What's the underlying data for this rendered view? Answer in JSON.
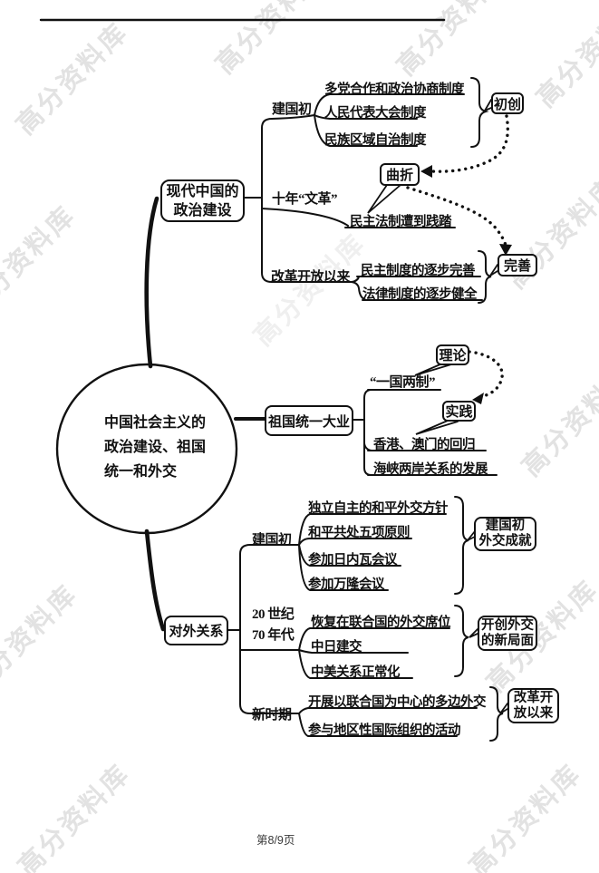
{
  "page": {
    "footer": "第8/9页",
    "watermark_text": "高分资料库"
  },
  "diagram": {
    "center_lines": [
      "中国社会主义的",
      "政治建设、祖国",
      "统一和外交"
    ],
    "b1": {
      "title_lines": [
        "现代中国的",
        "政治建设"
      ],
      "s1": {
        "label": "建国初",
        "items": [
          "多党合作和政治协商制度",
          "人民代表大会制度",
          "民族区域自治制度"
        ],
        "badge": "初创"
      },
      "s2": {
        "label": "十年“文革”",
        "item": "民主法制遭到践踏",
        "badge": "曲折"
      },
      "s3": {
        "label": "改革开放以来",
        "items": [
          "民主制度的逐步完善",
          "法律制度的逐步健全"
        ],
        "badge": "完善"
      }
    },
    "b2": {
      "title": "祖国统一大业",
      "theory_badge": "理论",
      "practice_badge": "实践",
      "concept": "“一国两制”",
      "items": [
        "香港、澳门的回归",
        "海峡两岸关系的发展"
      ]
    },
    "b3": {
      "title": "对外关系",
      "s1": {
        "label": "建国初",
        "items": [
          "独立自主的和平外交方针",
          "和平共处五项原则",
          "参加日内瓦会议",
          "参加万隆会议"
        ],
        "badge_lines": [
          "建国初",
          "外交成就"
        ]
      },
      "s2": {
        "label_lines": [
          "20 世纪",
          "70 年代"
        ],
        "items": [
          "恢复在联合国的外交席位",
          "中日建交",
          "中美关系正常化"
        ],
        "badge_lines": [
          "开创外交",
          "的新局面"
        ]
      },
      "s3": {
        "label": "新时期",
        "items": [
          "开展以联合国为中心的多边外交",
          "参与地区性国际组织的活动"
        ],
        "badge_lines": [
          "改革开",
          "放以来"
        ]
      }
    }
  }
}
